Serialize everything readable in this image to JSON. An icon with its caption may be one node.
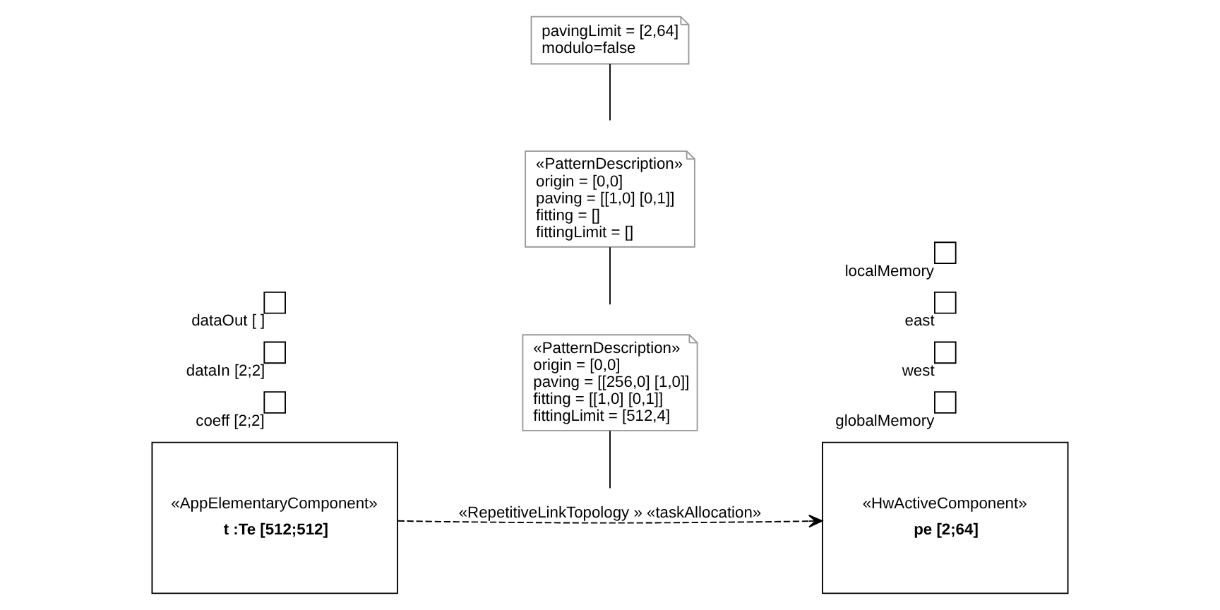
{
  "diagram": {
    "nodes": [
      {
        "text": [
          "«PatternDescription»",
          "origin = [0,0]",
          "paving = [[256,0] [1,0]]",
          "fitting = [[1,0] [0,1]]",
          "fittingLimit = [512,4]"
        ]
      },
      {
        "text": [
          "«PatternDescription»",
          "origin = [0,0]",
          "paving = [[1,0] [0,1]]",
          "fitting = []",
          "fittingLimit = []"
        ]
      },
      {
        "text": [
          "«AppElementaryComponent»",
          "t :Te [512;512]"
        ]
      },
      {
        "text": [],
        "shape": "box",
        "beside": [
          "coeff [2;2]"
        ]
      },
      {
        "text": [],
        "shape": "box",
        "beside": [
          "dataIn [2;2]"
        ]
      },
      {
        "text": [],
        "shape": "box",
        "beside": [
          "dataOut [ ]"
        ]
      },
      {
        "text": [
          "«HwActiveComponent»",
          "pe [2;64]"
        ]
      },
      {
        "text": [],
        "shape": "box",
        "beside": [
          "globalMemory"
        ]
      },
      {
        "text": [],
        "shape": "box",
        "beside": [
          "west"
        ]
      },
      {
        "text": [],
        "shape": "box",
        "beside": [
          "east"
        ]
      },
      {
        "text": [],
        "shape": "box",
        "beside": [
          "localMemory"
        ]
      },
      {
        "text": [
          "pavingLimit = [2,64]",
          "modulo=false"
        ]
      }
    ],
    "edges": [
      {
        "from": 2,
        "to": 6,
        "arrow": "to",
        "style": "dashed",
        "label": "«RepetitiveLinkTopology » «taskAllocation»"
      },
      {
        "from": 0,
        "to": null,
        "arrow": "none"
      },
      {
        "from": 1,
        "to": null,
        "arrow": "none"
      },
      {
        "from": 11,
        "to": null,
        "arrow": "none"
      }
    ]
  }
}
